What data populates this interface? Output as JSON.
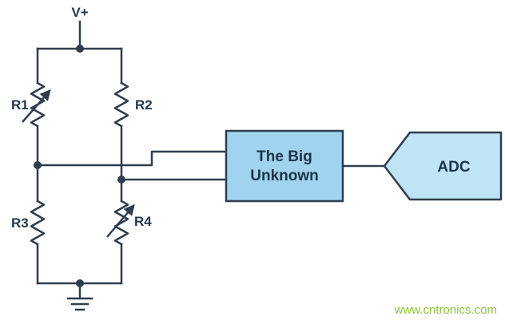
{
  "diagram": {
    "type": "circuit-schematic",
    "power_label": "V+",
    "resistors": [
      {
        "label": "R1",
        "variable": true
      },
      {
        "label": "R2",
        "variable": false
      },
      {
        "label": "R3",
        "variable": false
      },
      {
        "label": "R4",
        "variable": true
      }
    ],
    "unknown_block": {
      "line1": "The Big",
      "line2": "Unknown"
    },
    "adc_block": {
      "label": "ADC"
    },
    "watermark": "www.cntronics.com",
    "colors": {
      "wire": "#2f3e4e",
      "label_text": "#24394d",
      "block_text": "#1d3349",
      "unknown_box_fill": "#9fd3ee",
      "adc_fill": "#bfe4f6",
      "watermark": "#8dc63f",
      "background": "#ffffff"
    }
  }
}
